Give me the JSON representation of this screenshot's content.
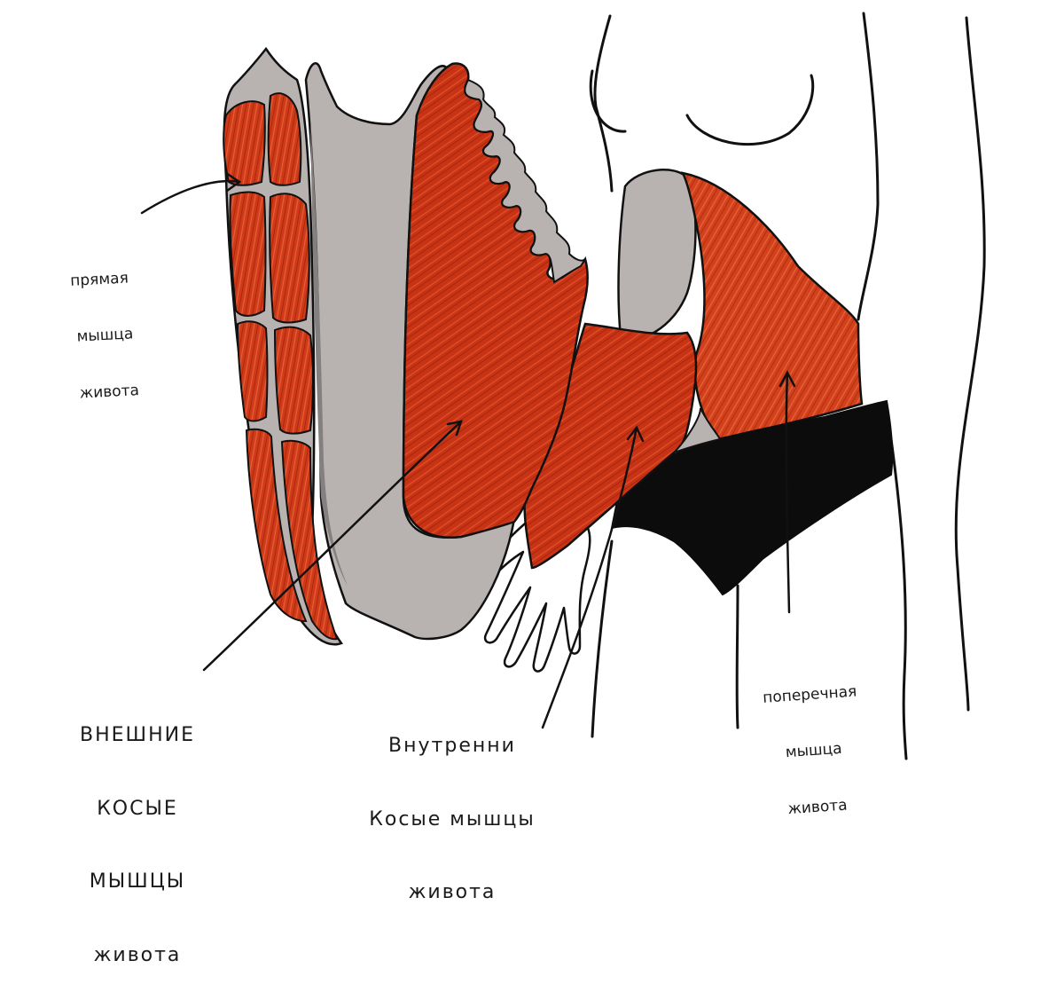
{
  "colors": {
    "muscle": "#c9361a",
    "muscle_dark": "#9e2410",
    "tendon_grey": "#b3aeac",
    "tendon_dark": "#858080",
    "outline": "#111111",
    "briefs": "#0c0c0c",
    "skin": "#ffffff"
  },
  "labels": {
    "rectus": {
      "lines": [
        "прямая",
        "мышца",
        "живота"
      ]
    },
    "external_oblique": {
      "lines": [
        "ВНЕШНИЕ",
        "КОСЫЕ",
        "МЫШЦЫ",
        "живота"
      ]
    },
    "internal_oblique": {
      "lines": [
        "Внутренни",
        "Косые мышцы",
        "живота"
      ]
    },
    "transverse": {
      "lines": [
        "поперечная",
        "мышца",
        "живота"
      ]
    }
  }
}
